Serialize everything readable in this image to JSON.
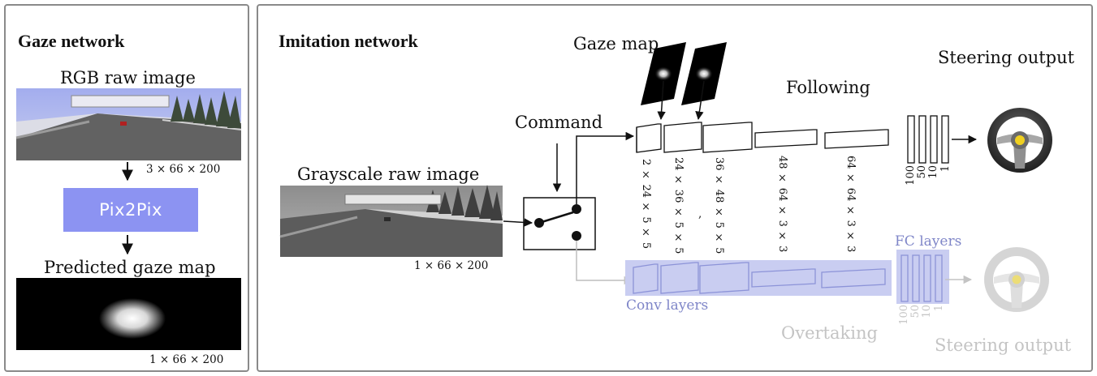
{
  "colors": {
    "pix2pix_fill": "#8c93f2",
    "highlight_blue": "#c9cdf1",
    "label_blue": "#7f86c8",
    "faded_gray": "#c4c4c4",
    "road": "#5e5e5e",
    "sky": "#a9b2f0"
  },
  "gaze_network": {
    "title": "Gaze network",
    "rgb_label": "RGB raw image",
    "rgb_dim": "3 × 66 × 200",
    "pix2pix_label": "Pix2Pix",
    "pred_label": "Predicted gaze map",
    "pred_dim": "1 × 66 × 200"
  },
  "imitation_network": {
    "title": "Imitation network",
    "gray_label": "Grayscale raw image",
    "gray_dim": "1 × 66 × 200",
    "command_label": "Command",
    "gaze_map_label": "Gaze map",
    "following_label": "Following",
    "overtaking_label": "Overtaking",
    "steering_output_top": "Steering output",
    "steering_output_bottom": "Steering output",
    "conv_dims": [
      "2 × 24 × 5 × 5",
      "24 × 36 × 5 × 5",
      "36 × 48 × 5 × 5",
      "48 × 64 × 3 × 3",
      "64 × 64 × 3 × 3"
    ],
    "fc_dims": [
      "100",
      "50",
      "10",
      "1"
    ],
    "fc_dims_gray": [
      "100",
      "50",
      "10",
      "1"
    ],
    "conv_layers_label": "Conv layers",
    "fc_layers_label": "FC layers",
    "stray_tick": ","
  }
}
